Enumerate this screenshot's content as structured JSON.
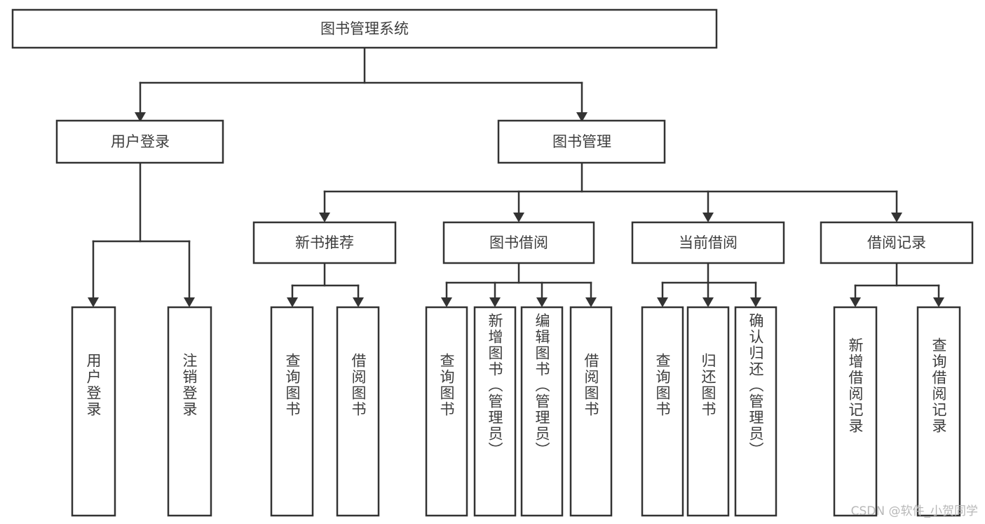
{
  "diagram": {
    "title": "图书管理系统",
    "type": "tree-hierarchy",
    "watermark": "CSDN @软件_小贺同学",
    "colors": {
      "stroke": "#333333",
      "box_fill": "#ffffff",
      "text": "#3d3d3d",
      "background": "#ffffff",
      "watermark": "#b8b8b8"
    },
    "levels": {
      "root": {
        "label": "图书管理系统"
      },
      "level2": [
        {
          "label": "用户登录"
        },
        {
          "label": "图书管理"
        }
      ],
      "level3": [
        {
          "label": "新书推荐"
        },
        {
          "label": "图书借阅"
        },
        {
          "label": "当前借阅"
        },
        {
          "label": "借阅记录"
        }
      ],
      "leaves": {
        "user_login": [
          {
            "label": "用户登录"
          },
          {
            "label": "注销登录"
          }
        ],
        "new_book_recommend": [
          {
            "label": "查询图书"
          },
          {
            "label": "借阅图书"
          }
        ],
        "book_borrow": [
          {
            "label": "查询图书"
          },
          {
            "label": "新增图书（管理员）"
          },
          {
            "label": "编辑图书（管理员）"
          },
          {
            "label": "借阅图书"
          }
        ],
        "current_borrow": [
          {
            "label": "查询图书"
          },
          {
            "label": "归还图书"
          },
          {
            "label": "确认归还（管理员）"
          }
        ],
        "borrow_record": [
          {
            "label": "新增借阅记录"
          },
          {
            "label": "查询借阅记录"
          }
        ]
      }
    }
  }
}
